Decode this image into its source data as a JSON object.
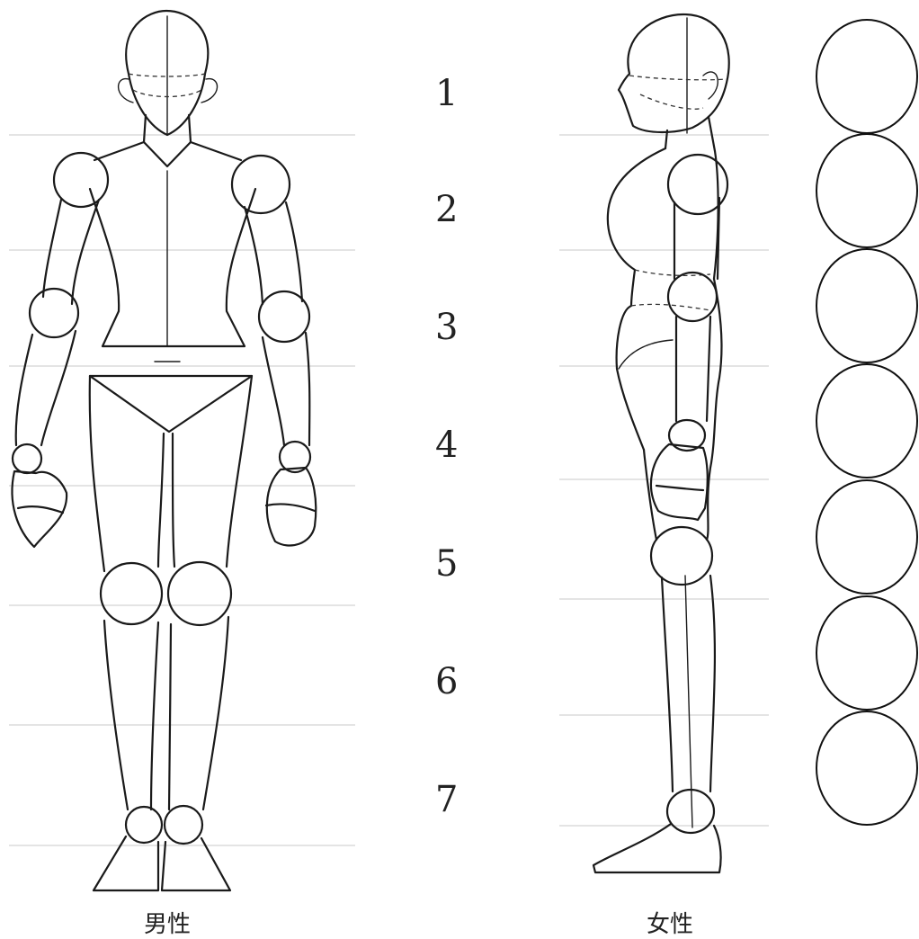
{
  "diagram": {
    "head_units": [
      "1",
      "2",
      "3",
      "4",
      "5",
      "6",
      "7"
    ],
    "male_caption": "男性",
    "female_caption": "女性",
    "head_circle_count": 7
  }
}
